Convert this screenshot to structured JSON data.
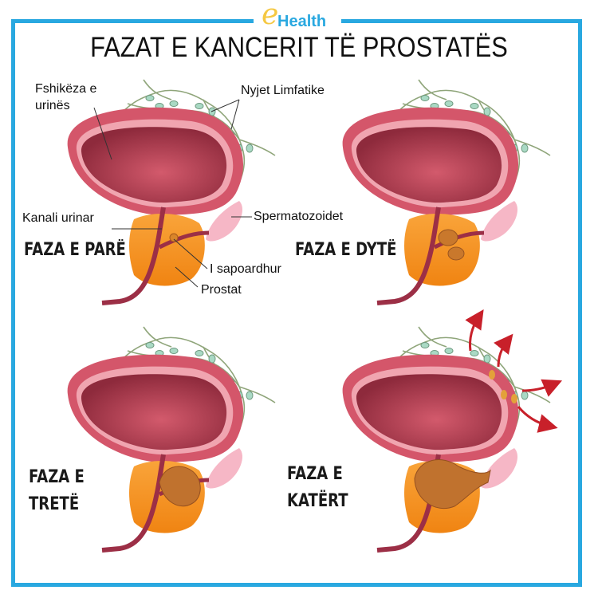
{
  "logo": {
    "letter": "e",
    "text": "Health"
  },
  "title": "FAZAT E KANCERIT TË PROSTATËS",
  "labels": {
    "bladder_1": "Fshikëza e",
    "bladder_2": "urinës",
    "lymph": "Nyjet Limfatike",
    "urethra": "Kanali urinar",
    "seminal": "Spermatozoidet",
    "tumor": "I sapoardhur",
    "prostate": "Prostat"
  },
  "stages": [
    {
      "line1": "FAZA E PARË",
      "line2": ""
    },
    {
      "line1": "FAZA E DYTË",
      "line2": ""
    },
    {
      "line1": "FAZA E",
      "line2": "TRETË"
    },
    {
      "line1": "FAZA E",
      "line2": "KATËRT"
    }
  ],
  "colors": {
    "frame": "#29a8e0",
    "bladder": "#c9445a",
    "prostate": "#f7901e",
    "node": "#a9d9c4",
    "arrow": "#c8202a"
  }
}
